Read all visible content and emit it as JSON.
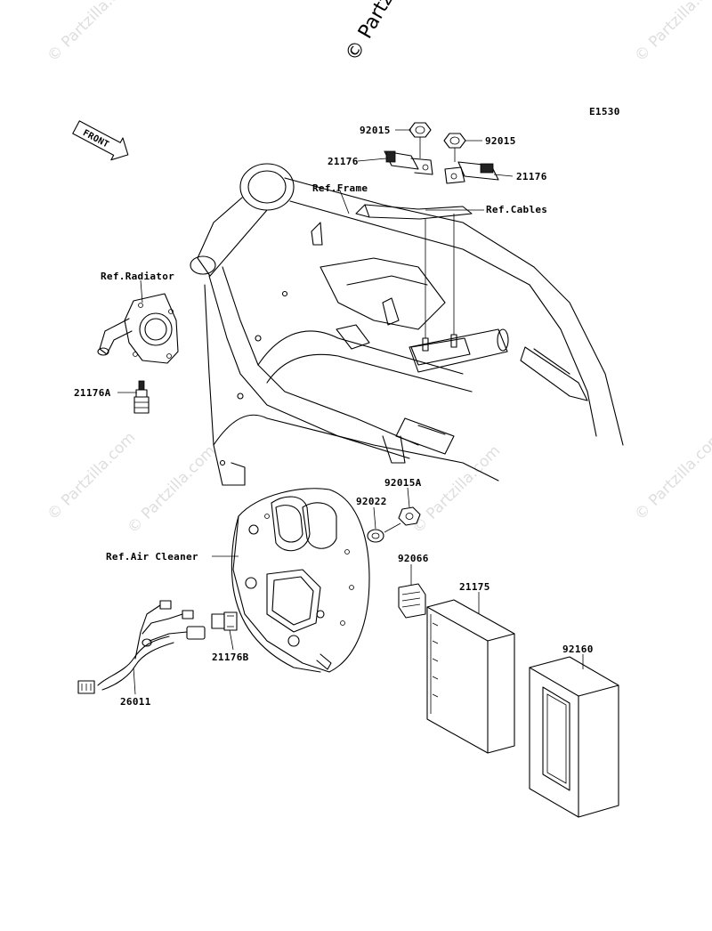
{
  "diagram_code": "E1530",
  "front_arrow_text": "FRONT",
  "watermark_top": "© Partzilla",
  "watermark_text": "© Partzilla.com",
  "parts": {
    "p92015_left": "92015",
    "p92015_right": "92015",
    "p21176_left": "21176",
    "p21176_right": "21176",
    "p21176A": "21176A",
    "p21176B": "21176B",
    "p92015A": "92015A",
    "p92022": "92022",
    "p92066": "92066",
    "p21175": "21175",
    "p92160": "92160",
    "p26011": "26011"
  },
  "refs": {
    "frame": "Ref.Frame",
    "cables": "Ref.Cables",
    "radiator": "Ref.Radiator",
    "air_cleaner": "Ref.Air Cleaner"
  }
}
